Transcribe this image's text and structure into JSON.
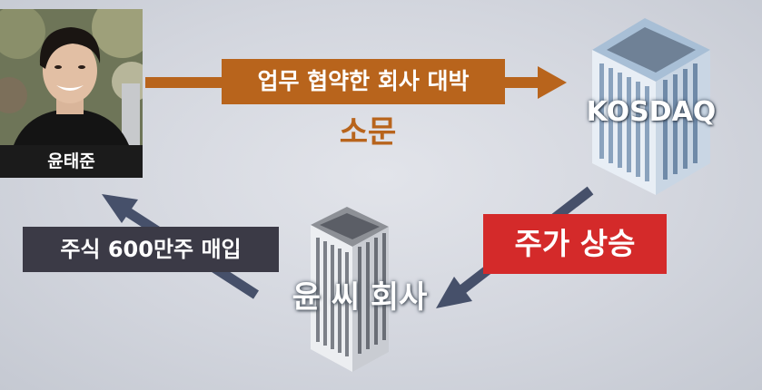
{
  "person": {
    "name": "윤태준"
  },
  "flow": {
    "deal_label": "업무 협약한 회사 대박",
    "rumor_label": "소문",
    "market_label": "KOSDAQ",
    "price_label": "주가 상승",
    "company_label": "윤 씨 회사",
    "purchase_label": "주식 600만주 매입"
  },
  "colors": {
    "orange": "#b8641c",
    "red": "#d42a2a",
    "dark": "#3b3a46",
    "arrow": "#46506a"
  }
}
